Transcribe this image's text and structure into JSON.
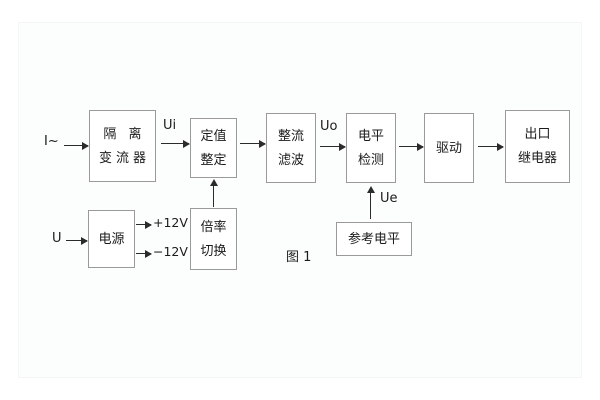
{
  "figure": {
    "caption": "图 1",
    "background_color": "#ffffff",
    "box_border_color": "#9a9a9a",
    "line_color": "#2b2b2b"
  },
  "blocks": [
    {
      "id": "isolation-transformer",
      "lines": [
        "隔 离",
        "变流器"
      ]
    },
    {
      "id": "setting-adjust",
      "lines": [
        "定值",
        "整定"
      ]
    },
    {
      "id": "rectifier-filter",
      "lines": [
        "整流",
        "滤波"
      ]
    },
    {
      "id": "level-detection",
      "lines": [
        "电平",
        "检测"
      ]
    },
    {
      "id": "drive",
      "lines": [
        "驱动"
      ]
    },
    {
      "id": "output-relay",
      "lines": [
        "出口",
        "继电器"
      ]
    },
    {
      "id": "power-supply",
      "lines": [
        "电源"
      ]
    },
    {
      "id": "multiplier-switch",
      "lines": [
        "倍率",
        "切换"
      ]
    },
    {
      "id": "reference-level",
      "lines": [
        "参考电平"
      ]
    }
  ],
  "signals": {
    "current_input": "I~",
    "voltage_input": "U",
    "ui": "Ui",
    "uo": "Uo",
    "ue": "Ue",
    "rail_positive": "+12V",
    "rail_negative": "−12V"
  }
}
